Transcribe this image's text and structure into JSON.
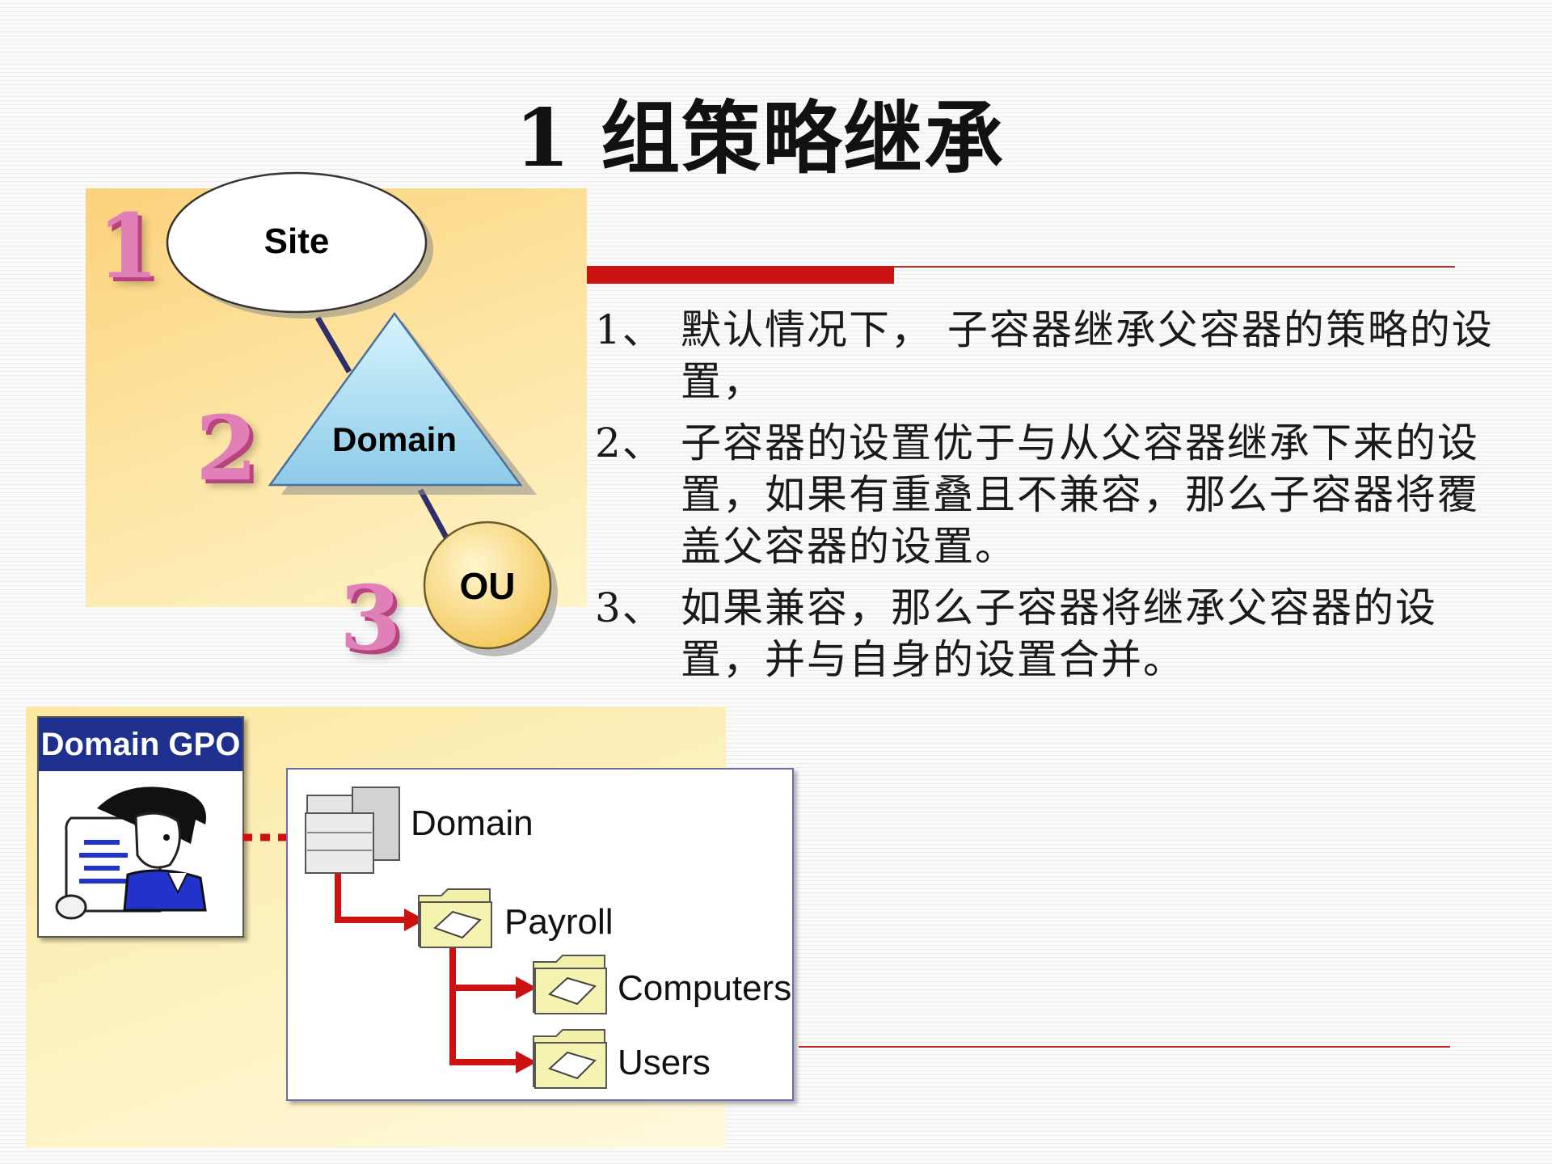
{
  "title": "1 组策略继承",
  "hierarchy": {
    "levels": [
      {
        "number": "1",
        "label": "Site"
      },
      {
        "number": "2",
        "label": "Domain"
      },
      {
        "number": "3",
        "label": "OU"
      }
    ]
  },
  "notes": [
    {
      "index": "1、",
      "text": "默认情况下， 子容器继承父容器的策略的设置，"
    },
    {
      "index": "2、",
      "text": "子容器的设置优于与从父容器继承下来的设置，如果有重叠且不兼容，那么子容器将覆盖父容器的设置。"
    },
    {
      "index": "3、",
      "text": "如果兼容，那么子容器将继承父容器的设置，并与自身的设置合并。"
    }
  ],
  "gpo": {
    "card_title": "Domain GPO",
    "tree": {
      "root": "Domain",
      "ou": "Payroll",
      "children": [
        "Computers",
        "Users"
      ]
    }
  },
  "colors": {
    "accent_red": "#cc1111",
    "card_title_bg": "#1f2f8e",
    "number_pink": "#e07fb8",
    "triangle_blue": "#9ad8ef",
    "ou_yellow": "#f9d56e"
  }
}
